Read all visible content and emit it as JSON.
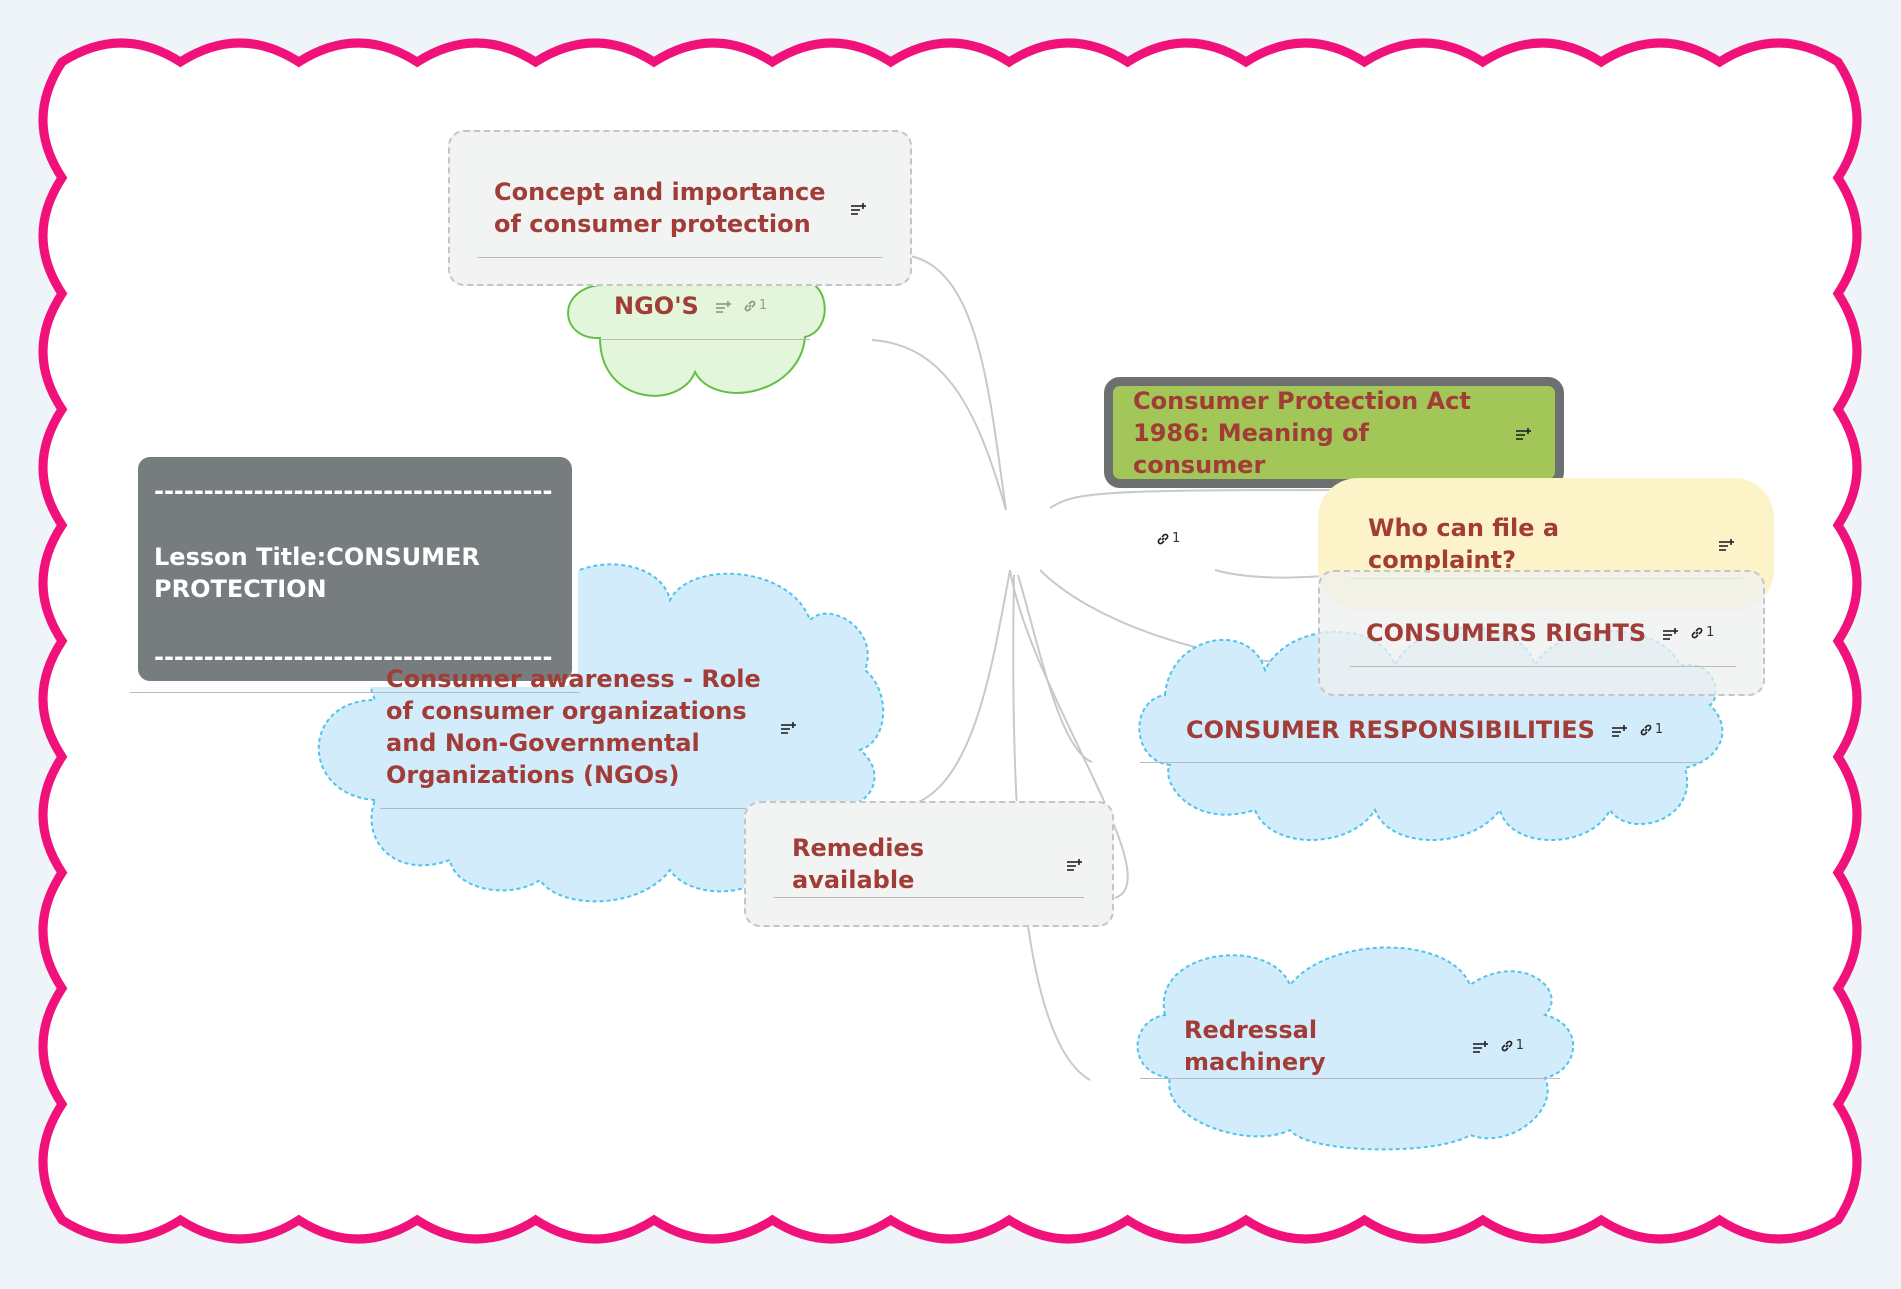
{
  "map": {
    "title_node": {
      "dashes_top": "----------------------------------------",
      "title": "Lesson Title:CONSUMER PROTECTION",
      "dashes_bottom": "----------------------------------------"
    },
    "nodes": {
      "concept": {
        "label": "Concept and importance of consumer protection"
      },
      "ngos_short": {
        "label": "NGO'S",
        "link_count": "1"
      },
      "awareness": {
        "label": "Consumer awareness - Role of consumer organizations and Non-Governmental Organizations (NGOs)"
      },
      "remedies": {
        "label": "Remedies available"
      },
      "act": {
        "label": "Consumer Protection Act 1986: Meaning of consumer"
      },
      "floating_link": {
        "link_count": "1"
      },
      "complaint": {
        "label": "Who can file a complaint?"
      },
      "rights": {
        "label": "CONSUMERS RIGHTS",
        "link_count": "1"
      },
      "responsibilities": {
        "label": "CONSUMER RESPONSIBILITIES",
        "link_count": "1"
      },
      "redressal": {
        "label": "Redressal machinery",
        "link_count": "1"
      }
    }
  },
  "colors": {
    "page_background": "#eef4f7",
    "frame": "#f0127a",
    "node_text": "#a23c36",
    "title_bg": "#777c7e",
    "act_bg": "#a2c657",
    "act_border": "#6c7071",
    "complaint_bg": "#fdf3c8",
    "cloud_blue": "#d2ecfb",
    "cloud_blue_border": "#4fc4ec",
    "cloud_green": "#e3f5db",
    "cloud_green_border": "#62c143",
    "connector": "#c9c9c9"
  },
  "icons": {
    "note": "note-icon",
    "link": "link-icon"
  }
}
